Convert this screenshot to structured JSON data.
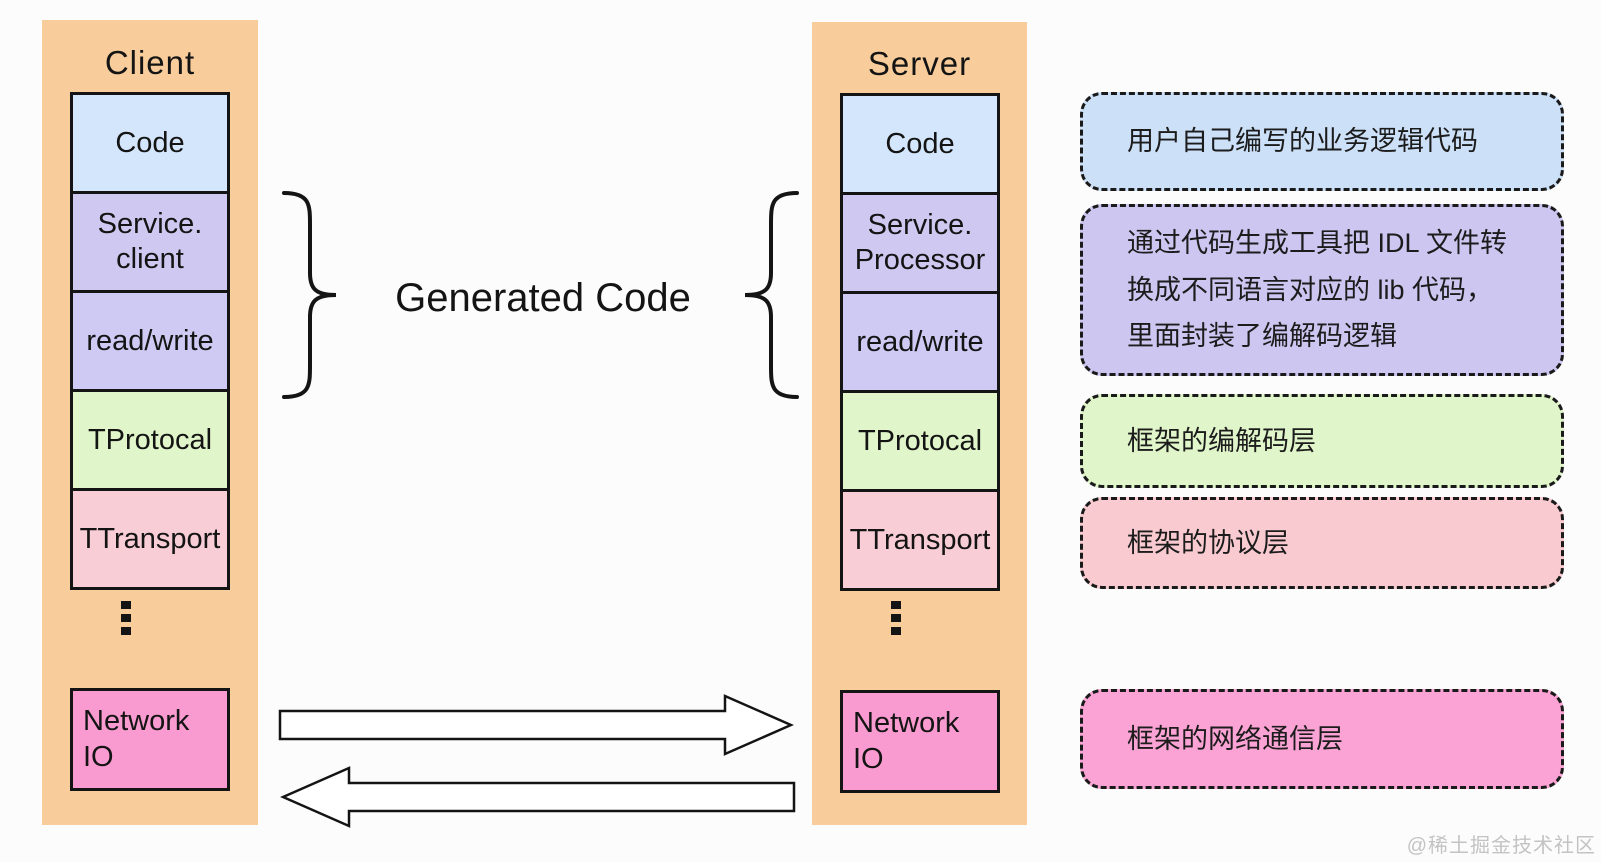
{
  "client": {
    "title": "Client",
    "layers": [
      {
        "label": "Code",
        "color": "#D3E6FB"
      },
      {
        "label": "Service.\nclient",
        "color": "#CFC9F1"
      },
      {
        "label": "read/write",
        "color": "#CECAF4"
      },
      {
        "label": "TProtocal",
        "color": "#E0F6CA"
      },
      {
        "label": "TTransport",
        "color": "#F8CDD5"
      }
    ],
    "network": {
      "label": "Network\nIO",
      "color": "#F99BD0"
    }
  },
  "server": {
    "title": "Server",
    "layers": [
      {
        "label": "Code",
        "color": "#D3E6FB"
      },
      {
        "label": "Service.\nProcessor",
        "color": "#CFC9F1"
      },
      {
        "label": "read/write",
        "color": "#CECAF4"
      },
      {
        "label": "TProtocal",
        "color": "#E0F6CA"
      },
      {
        "label": "TTransport",
        "color": "#F8CDD5"
      }
    ],
    "network": {
      "label": "Network\nIO",
      "color": "#F99BD0"
    }
  },
  "middle": {
    "label": "Generated Code"
  },
  "annotations": [
    {
      "text": "用户自己编写的业务逻辑代码",
      "color": "#CCE0F8"
    },
    {
      "text": "通过代码生成工具把 IDL 文件转换成不同语言对应的 lib 代码，里面封装了编解码逻辑",
      "color": "#CCC6F0"
    },
    {
      "text": "框架的编解码层",
      "color": "#E0F5C9"
    },
    {
      "text": "框架的协议层",
      "color": "#F9CBD0"
    },
    {
      "text": "框架的网络通信层",
      "color": "#FAA3D4"
    }
  ],
  "watermark": "@稀土掘金技术社区",
  "colors": {
    "column_background": "#F9CD9B",
    "page_background": "#FCFCFD",
    "line": "#141414",
    "watermark_text": "#C3C3C3"
  }
}
